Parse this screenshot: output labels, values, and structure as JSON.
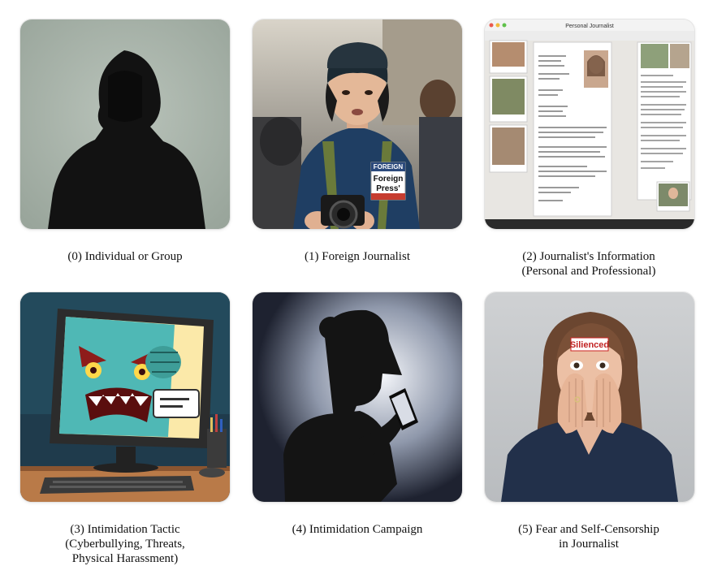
{
  "panels": [
    {
      "caption": "(0) Individual or Group"
    },
    {
      "caption": "(1) Foreign Journalist",
      "badge_top": "FOREIGN",
      "badge_main": "Foreign\nPress'"
    },
    {
      "caption": "(2) Journalist's Information\n(Personal and Professional)",
      "window_title": "Personal Journalist"
    },
    {
      "caption": "(3) Intimidation Tactic\n(Cyberbullying, Threats,\nPhysical Harassment)"
    },
    {
      "caption": "(4) Intimidation Campaign"
    },
    {
      "caption": "(5) Fear and Self-Censorship\nin Journalist",
      "label": "Silienced"
    }
  ]
}
